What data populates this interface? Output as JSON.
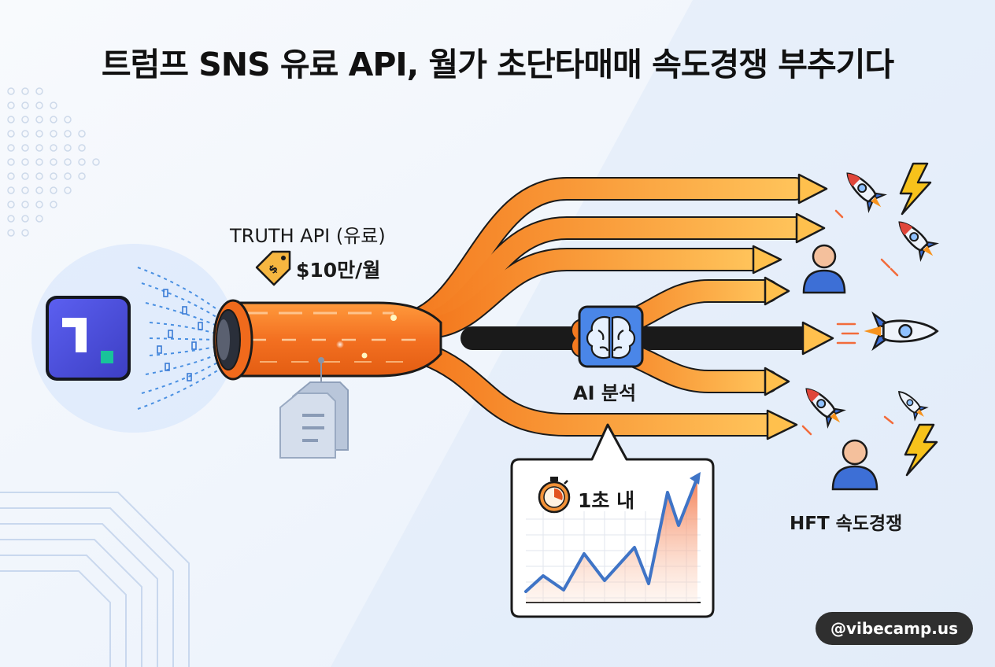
{
  "title": "트럼프 SNS 유료 API, 월가 초단타매매 속도경쟁 부추기다",
  "api": {
    "name": "TRUTH API (유료)",
    "price": "$10만/월"
  },
  "ai": {
    "label": "AI 분석"
  },
  "latency": {
    "label": "1초 내"
  },
  "hft": {
    "label": "HFT 속도경쟁"
  },
  "watermark": "@vibecamp.us",
  "colors": {
    "stream": "#f7931e",
    "stream_light": "#ffb347",
    "app_icon": "#4b4fd8",
    "app_accent": "#19c39a",
    "ai_box": "#3b78d8",
    "chart_line": "#3f74c6",
    "person": "#3d6fd6",
    "bolt": "#f7c21b"
  },
  "icons": [
    "truth-social-app-icon",
    "price-tag-icon",
    "document-tag-icon",
    "brain-icon",
    "stopwatch-icon",
    "rocket-icon",
    "person-icon",
    "lightning-icon"
  ]
}
